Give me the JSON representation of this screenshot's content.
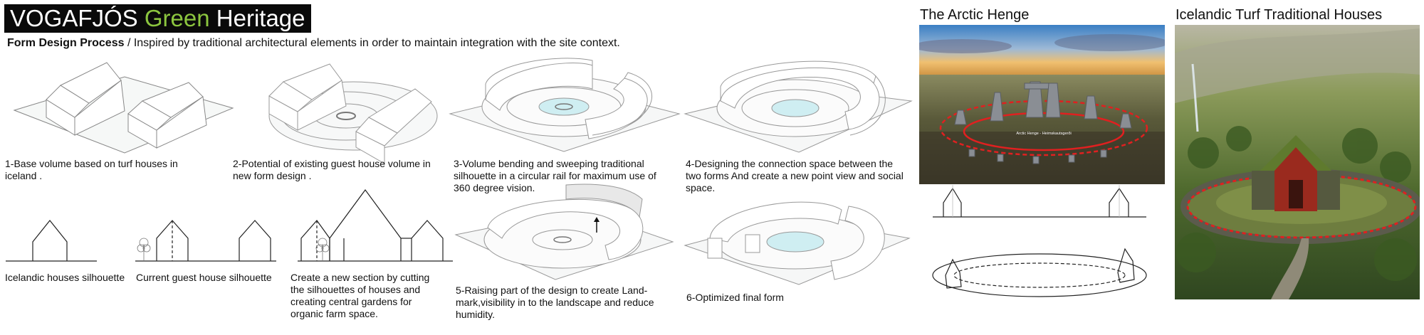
{
  "title": {
    "main": "VOGAFJÓS",
    "accent": "Green",
    "tail": "Heritage"
  },
  "subtitle": {
    "bold": "Form Design Process",
    "rest": " / Inspired by traditional architectural elements in order to maintain integration with the site context."
  },
  "steps": [
    "1-Base volume based on turf houses in iceland .",
    "2-Potential of existing guest house volume in new form design .",
    "3-Volume bending and sweeping traditional silhouette in a circular rail for maximum use of 360 degree vision.",
    "4-Designing the connection space between the two forms And create a new point view and social space.",
    "5-Raising part of the design to create Land-mark,visibility in to the landscape and reduce humidity.",
    "6-Optimized final form"
  ],
  "silhouettes": {
    "icelandic": "Icelandic houses silhouette",
    "guest": "Current guest house silhouette",
    "section": "Create a new section by cutting the silhouettes of houses and creating central gardens for organic farm space."
  },
  "references": {
    "henge_title": "The Arctic Henge",
    "henge_label": "Arctic Henge - Heimskautsgerði",
    "turf_title": "Icelandic Turf Traditional Houses"
  },
  "colors": {
    "title_bg": "#0a0a0a",
    "accent_green": "#8cc63f",
    "line": "#8a8a8a",
    "water": "#cfeef2",
    "dash_red": "#e02020"
  }
}
